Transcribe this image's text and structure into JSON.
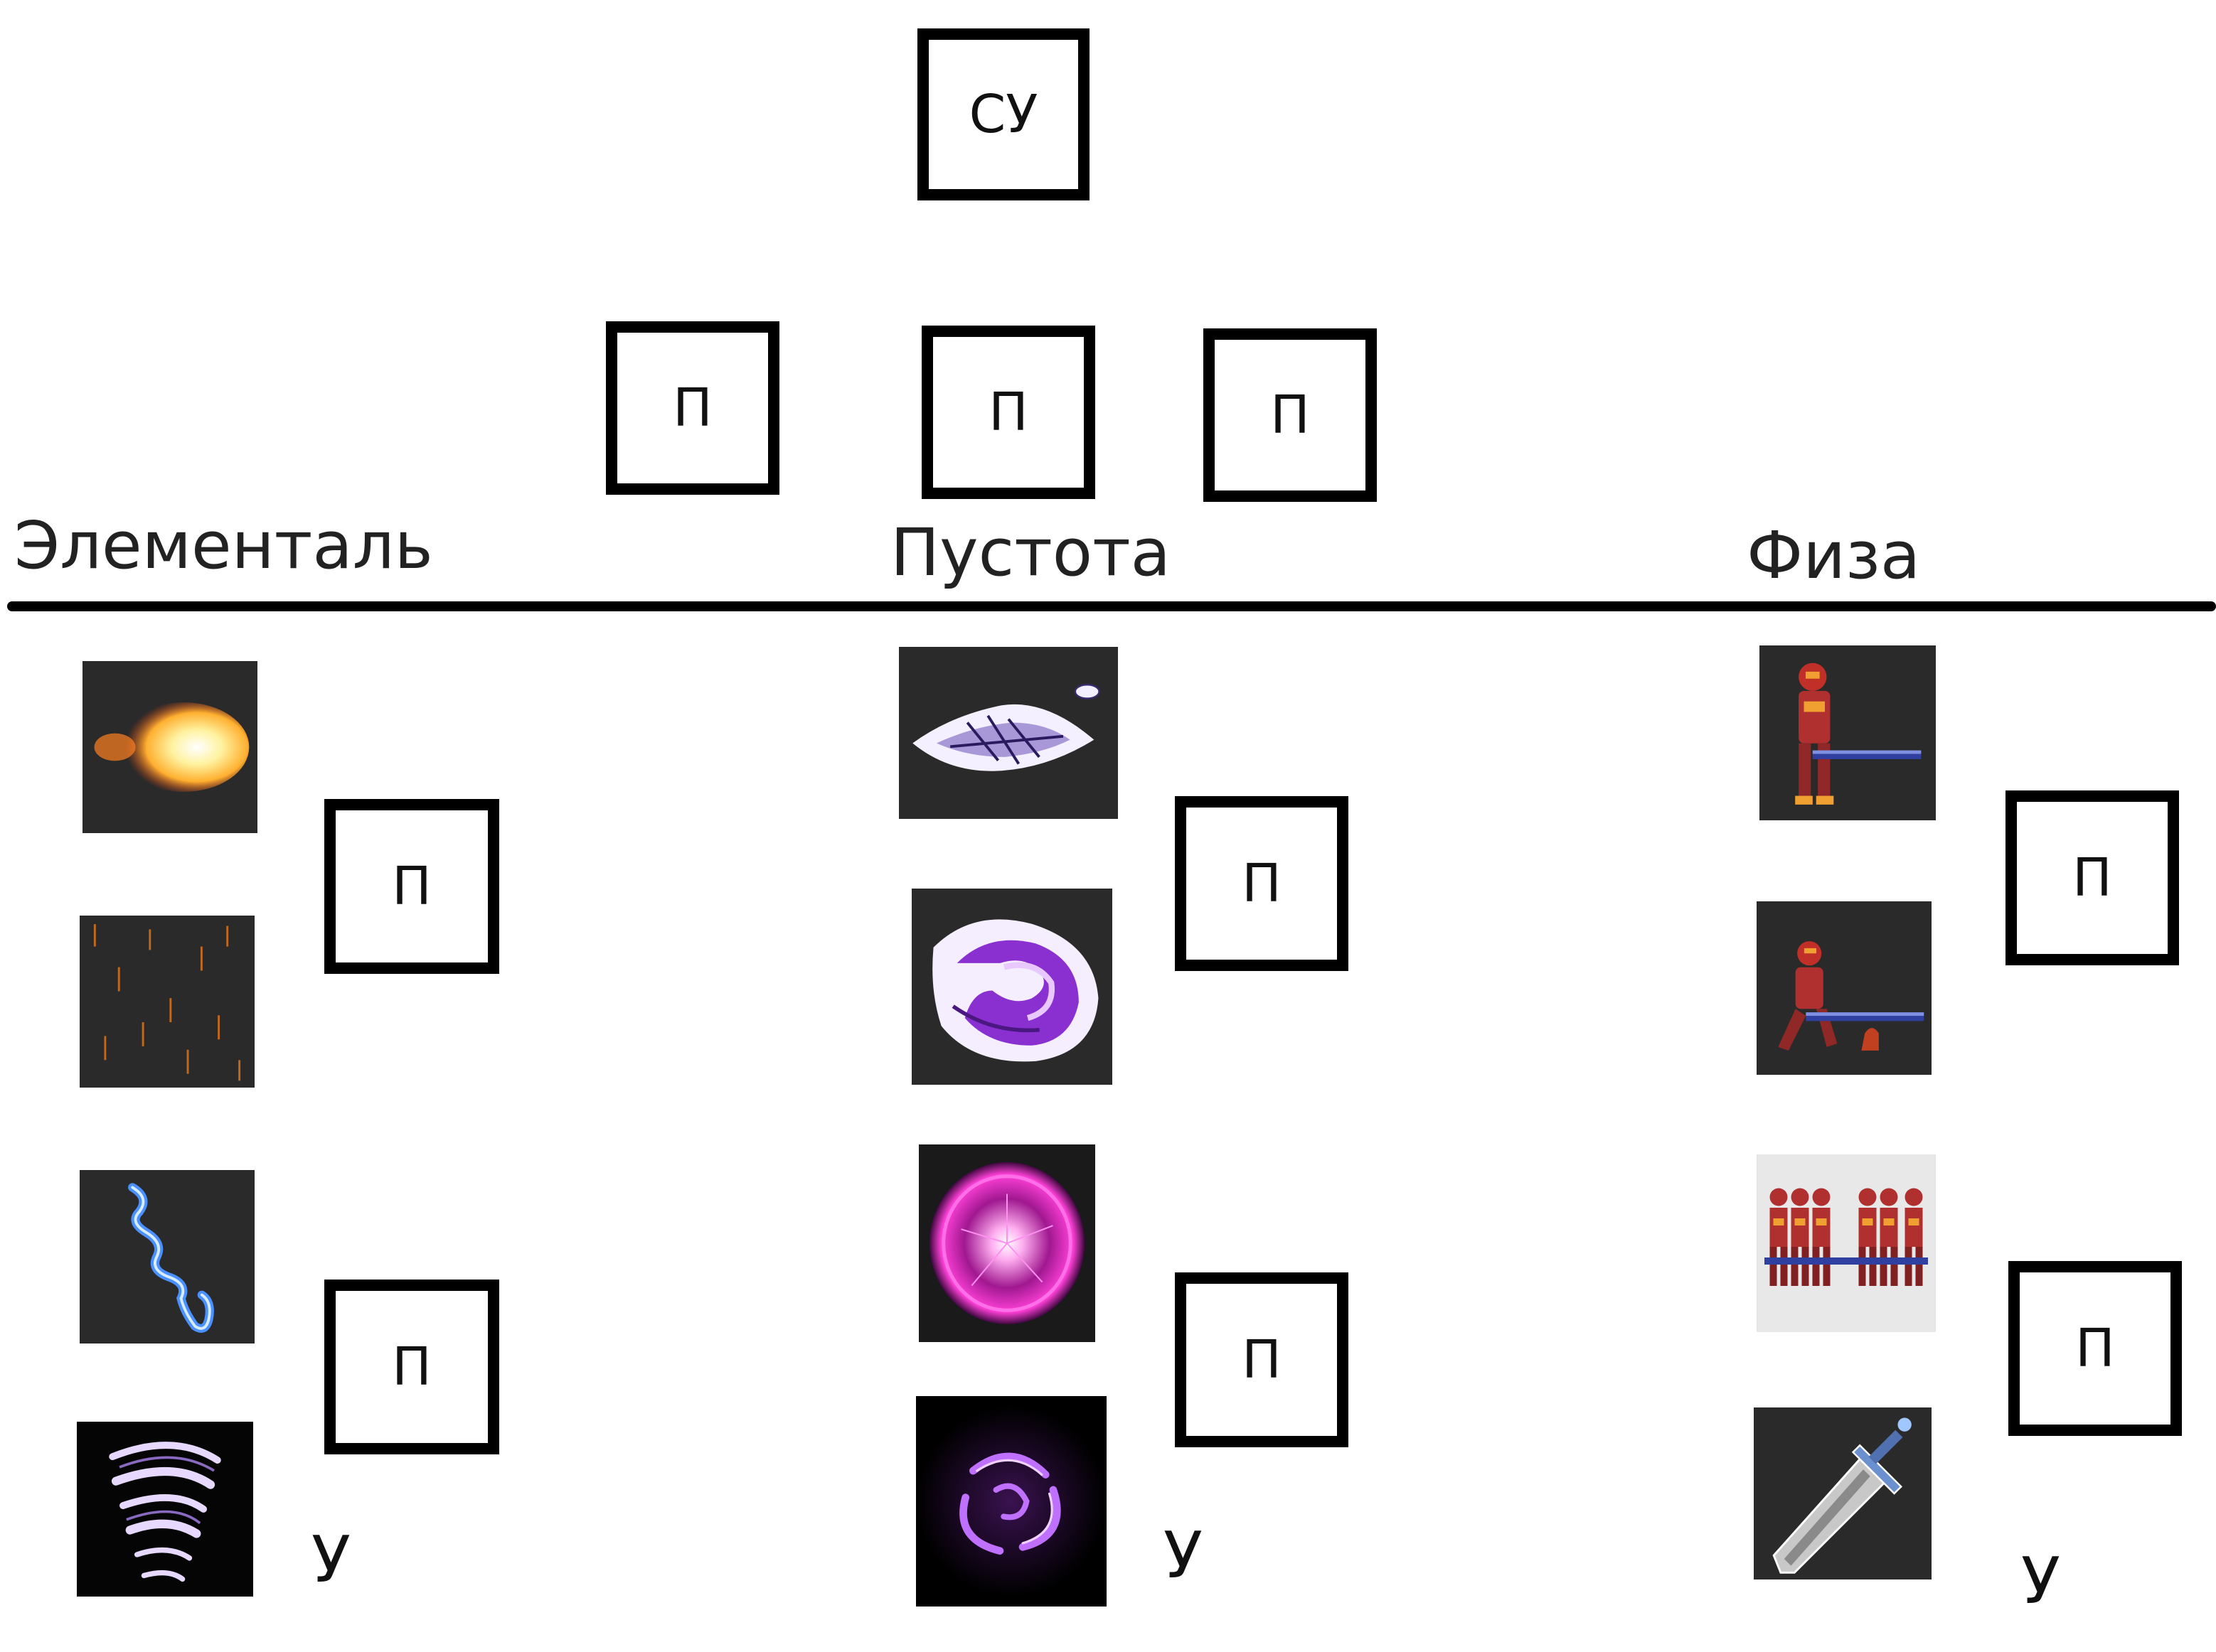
{
  "root": {
    "label": "СУ"
  },
  "top_branches": [
    {
      "label": "П"
    },
    {
      "label": "П"
    },
    {
      "label": "П"
    }
  ],
  "columns": [
    {
      "heading": "Элементаль",
      "skills": [
        {
          "icon": "fireball-icon"
        },
        {
          "icon": "fire-rain-icon"
        },
        {
          "icon": "lightning-icon"
        },
        {
          "icon": "tornado-icon"
        }
      ],
      "passives": [
        {
          "label": "П"
        },
        {
          "label": "П"
        }
      ],
      "ultimate_label": "У"
    },
    {
      "heading": "Пустота",
      "skills": [
        {
          "icon": "void-slash-icon"
        },
        {
          "icon": "void-wave-icon"
        },
        {
          "icon": "void-sphere-icon"
        },
        {
          "icon": "void-vortex-icon"
        }
      ],
      "passives": [
        {
          "label": "П"
        },
        {
          "label": "П"
        }
      ],
      "ultimate_label": "У"
    },
    {
      "heading": "Физа",
      "skills": [
        {
          "icon": "knight-thrust-icon"
        },
        {
          "icon": "knight-lunge-icon"
        },
        {
          "icon": "knight-clones-icon"
        },
        {
          "icon": "greatsword-icon"
        }
      ],
      "passives": [
        {
          "label": "П"
        },
        {
          "label": "П"
        }
      ],
      "ultimate_label": "У"
    }
  ],
  "colors": {
    "border": "#000000",
    "tile_background": "#2a2a2a",
    "fire": "#ffb030",
    "void": "#c060ff",
    "lightning": "#4a90ff",
    "knight_armor": "#b03030"
  }
}
